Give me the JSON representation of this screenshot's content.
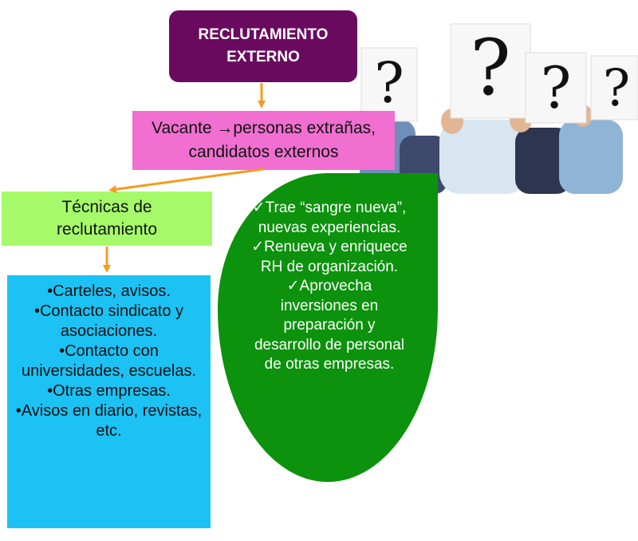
{
  "title": "RECLUTAMIENTO EXTERNO",
  "vacante": "Vacante →personas extrañas, candidatos externos",
  "tecnicas": "Técnicas de reclutamiento",
  "techniques": [
    "•Carteles, avisos.",
    "•Contacto sindicato y asociaciones.",
    "•Contacto con universidades, escuelas.",
    "•Otras empresas.",
    "•Avisos en diario, revistas, etc."
  ],
  "benefits": [
    "✓Trae “sangre nueva”, nuevas experiencias.",
    "✓Renueva y enriquece RH de organización.",
    "✓Aprovecha inversiones en preparación y desarrollo de personal de otras empresas."
  ],
  "photo": {
    "sign_text": "?",
    "signs": 4
  },
  "colors": {
    "title_bg": "#6a0a5e",
    "vacante_bg": "#f06fd0",
    "tecnicas_bg": "#a6fa6a",
    "list_bg": "#1cc2f4",
    "benefits_bg": "#0c920c",
    "arrow": "#f39c1e"
  }
}
